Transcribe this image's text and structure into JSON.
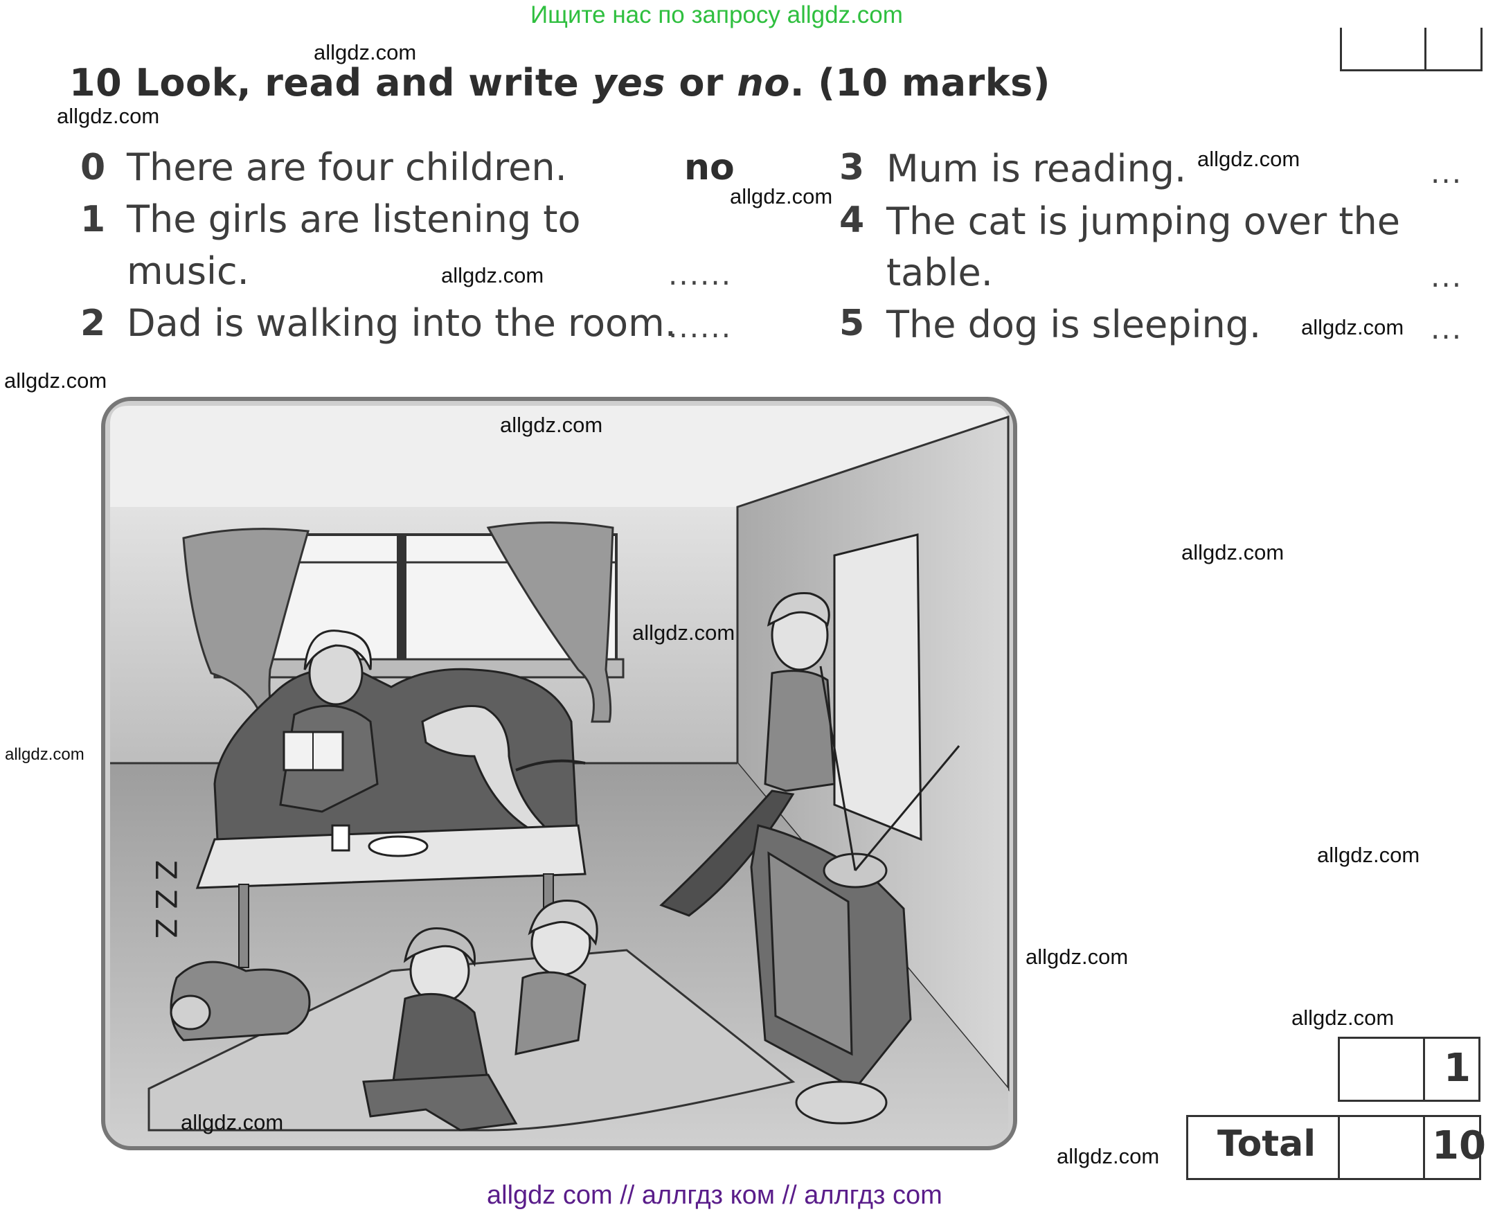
{
  "banners": {
    "top": "Ищите нас по запросу allgdz.com",
    "bottom": "allgdz com  //  аллгдз ком  //  аллгдз com"
  },
  "exercise": {
    "number": "10",
    "title_part1": "Look, read and write ",
    "yes_word": "yes",
    "or_word": " or ",
    "no_word": "no",
    "title_part2": ". (10 marks)"
  },
  "items": [
    {
      "num": "0",
      "line1": "There are four children.",
      "answer": "no"
    },
    {
      "num": "1",
      "line1": "The girls are listening to",
      "line2": "music.",
      "answer": "......"
    },
    {
      "num": "2",
      "line1": "Dad is walking into the room.",
      "answer": "......"
    },
    {
      "num": "3",
      "line1": "Mum is reading.",
      "answer": "..."
    },
    {
      "num": "4",
      "line1": "The cat is jumping over the",
      "line2": "table.",
      "answer": "..."
    },
    {
      "num": "5",
      "line1": "The dog is sleeping.",
      "answer": "..."
    }
  ],
  "score": {
    "total_label": "Total",
    "total_value_partial": "10",
    "section_value_partial": "1"
  },
  "watermark": "allgdz.com",
  "picture": {
    "snore": "Z Z Z"
  }
}
